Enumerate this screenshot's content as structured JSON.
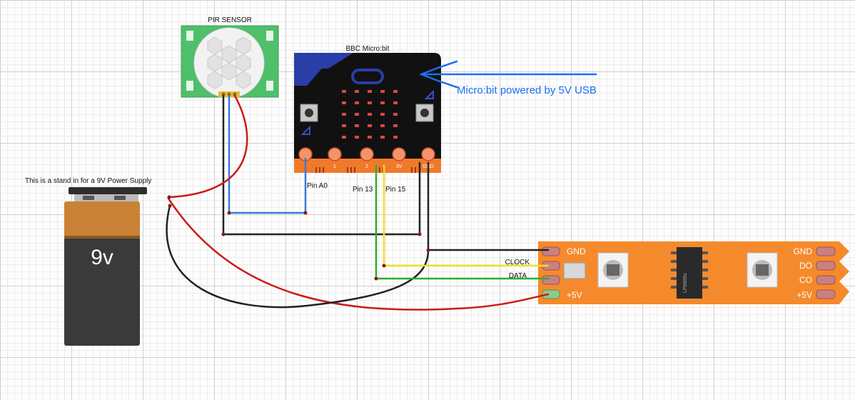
{
  "pir": {
    "label": "PIR SENSOR"
  },
  "microbit": {
    "label": "BBC Micro:bit",
    "pad_labels": [
      "1",
      "2",
      "3V",
      "GND"
    ]
  },
  "annotation": {
    "text": "Micro:bit powered by 5V USB",
    "color": "#1a6ef5"
  },
  "battery": {
    "caption": "This is a stand in for a 9V Power Supply",
    "label": "9v"
  },
  "pins": {
    "a0": "Pin A0",
    "p13": "Pin 13",
    "p15": "Pin 15"
  },
  "wire_labels": {
    "clock": "CLOCK",
    "data": "DATA"
  },
  "strip": {
    "left_labels": [
      "GND",
      "+5V"
    ],
    "right_labels": [
      "GND",
      "DO",
      "CO",
      "+5V"
    ],
    "chip_text": "LP8806s"
  },
  "colors": {
    "wire_red": "#cc1a1a",
    "wire_black": "#222222",
    "wire_blue": "#3a78d8",
    "wire_yellow": "#f0e020",
    "wire_green": "#2cae2c",
    "strip_orange": "#f58a2c",
    "microbit_pad_orange": "#f07a2a",
    "pir_green": "#4fbf6b"
  }
}
